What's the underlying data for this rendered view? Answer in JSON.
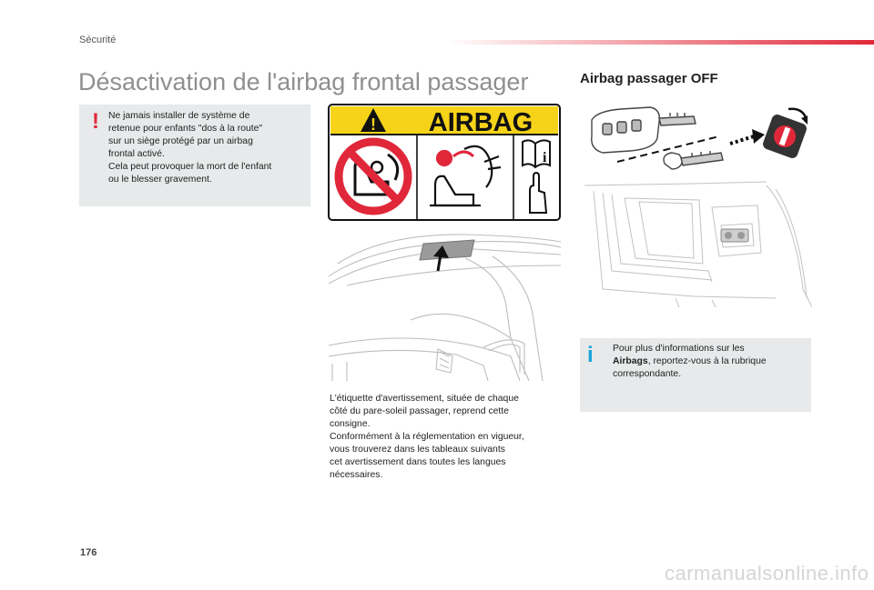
{
  "header": {
    "section": "Sécurité",
    "accent_color": "#e0283a"
  },
  "title": "Désactivation de l'airbag frontal passager",
  "warning": {
    "icon": "exclamation-icon",
    "lines": [
      "Ne jamais installer de système de",
      "retenue pour enfants \"dos à la route\"",
      "sur un siège protégé par un airbag",
      "frontal activé.",
      "Cela peut provoquer la mort de l'enfant",
      "ou le blesser gravement."
    ]
  },
  "airbag_label": {
    "word": "AIRBAG",
    "warning_symbol": "!",
    "background_color": "#f6d318"
  },
  "description": {
    "lines": [
      "L'étiquette d'avertissement, située de chaque",
      "côté du pare-soleil passager, reprend cette",
      "consigne.",
      "Conformément à la réglementation en vigueur,",
      "vous trouverez dans les tableaux suivants",
      "cet avertissement dans toutes les langues",
      "nécessaires."
    ]
  },
  "right_section": {
    "heading": "Airbag passager OFF"
  },
  "info": {
    "icon": "info-icon",
    "prefix": "Pour plus d'informations sur les",
    "bold": "Airbags",
    "suffix": ", reportez-vous à la rubrique",
    "last": "correspondante.",
    "accent_color": "#1aa3d8"
  },
  "footer": {
    "page_number": "176",
    "watermark": "carmanualsonline.info"
  }
}
